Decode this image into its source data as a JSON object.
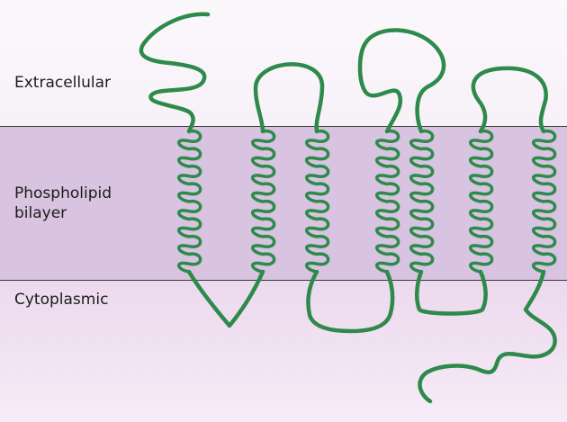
{
  "labels": {
    "extracellular": "Extracellular",
    "bilayer": "Phospholipid\nbilayer",
    "cytoplasmic": "Cytoplasmic"
  },
  "colors": {
    "protein_chain": "#2e8a4a",
    "bilayer": "#d8c3e0",
    "membrane_line": "#3a3a3a"
  },
  "protein": {
    "transmembrane_helices": 7,
    "helix_turns": 8
  }
}
